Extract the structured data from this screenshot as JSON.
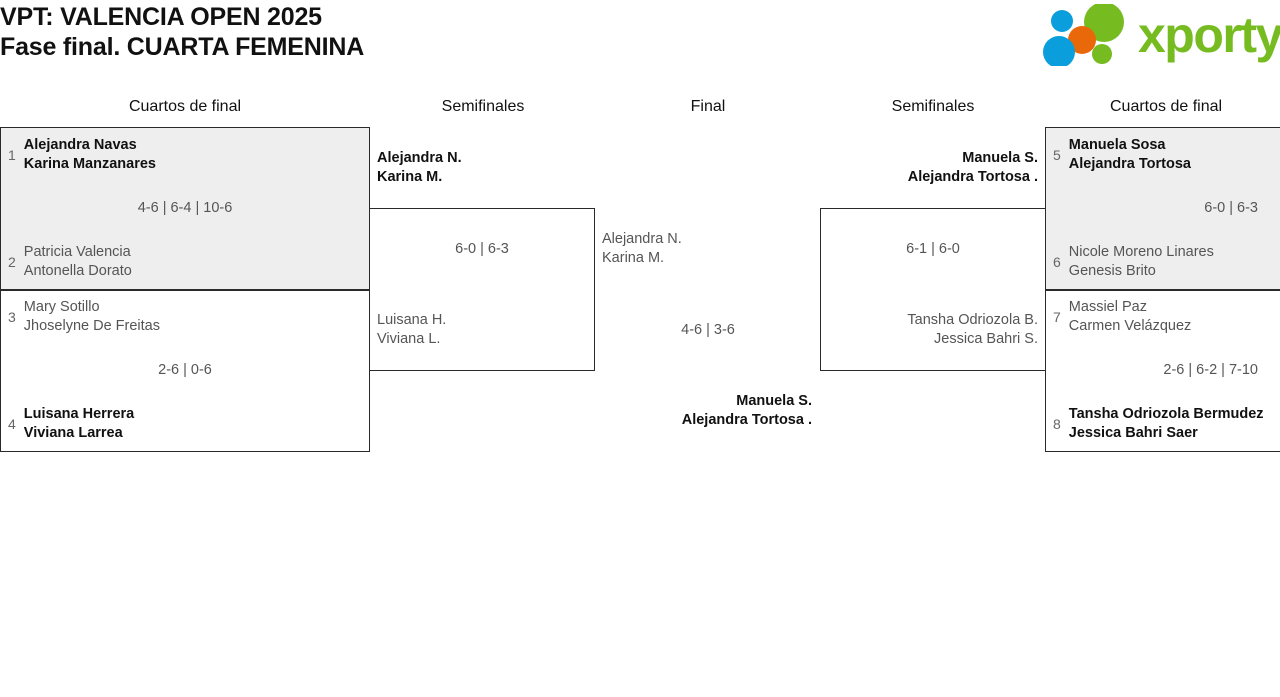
{
  "header": {
    "title_line1": "VPT: VALENCIA OPEN 2025",
    "title_line2": "Fase final. CUARTA FEMENINA",
    "logo_text": "xporty",
    "logo_colors": {
      "green": "#76bc21",
      "blue": "#0a9fdc",
      "orange": "#e8680a"
    }
  },
  "rounds": [
    {
      "label": "Cuartos de final"
    },
    {
      "label": "Semifinales"
    },
    {
      "label": "Final"
    },
    {
      "label": "Semifinales"
    },
    {
      "label": "Cuartos de final"
    }
  ],
  "matches": {
    "qf_left_1": {
      "score": "4-6 | 6-4 | 10-6",
      "top": {
        "seed": "1",
        "line1": "Alejandra Navas",
        "line2": "Karina Manzanares",
        "winner": true
      },
      "bottom": {
        "seed": "2",
        "line1": "Patricia Valencia",
        "line2": "Antonella Dorato",
        "winner": false
      }
    },
    "qf_left_2": {
      "score": "2-6 | 0-6",
      "top": {
        "seed": "3",
        "line1": "Mary Sotillo",
        "line2": "Jhoselyne De Freitas",
        "winner": false
      },
      "bottom": {
        "seed": "4",
        "line1": "Luisana Herrera",
        "line2": "Viviana Larrea",
        "winner": true
      }
    },
    "sf_left": {
      "score": "6-0 | 6-3",
      "top": {
        "line1": "Alejandra N.",
        "line2": "Karina M.",
        "winner": true
      },
      "bottom": {
        "line1": "Luisana H.",
        "line2": "Viviana L.",
        "winner": false
      }
    },
    "final": {
      "score": "4-6 | 3-6",
      "left": {
        "line1": "Alejandra N.",
        "line2": "Karina M.",
        "winner": false
      },
      "right": {
        "line1": "Manuela S.",
        "line2": "Alejandra Tortosa .",
        "winner": true
      }
    },
    "sf_right": {
      "score": "6-1 | 6-0",
      "top": {
        "line1": "Manuela S.",
        "line2": "Alejandra Tortosa .",
        "winner": true
      },
      "bottom": {
        "line1": "Tansha Odriozola B.",
        "line2": "Jessica Bahri S.",
        "winner": false
      }
    },
    "qf_right_1": {
      "score": "6-0 | 6-3",
      "top": {
        "seed": "5",
        "line1": "Manuela Sosa",
        "line2": "Alejandra Tortosa",
        "winner": true
      },
      "bottom": {
        "seed": "6",
        "line1": "Nicole Moreno Linares",
        "line2": "Genesis Brito",
        "winner": false
      }
    },
    "qf_right_2": {
      "score": "2-6 | 6-2 | 7-10",
      "top": {
        "seed": "7",
        "line1": "Massiel Paz",
        "line2": "Carmen Velázquez",
        "winner": false
      },
      "bottom": {
        "seed": "8",
        "line1": "Tansha Odriozola Bermudez",
        "line2": "Jessica Bahri Saer",
        "winner": true
      }
    }
  }
}
